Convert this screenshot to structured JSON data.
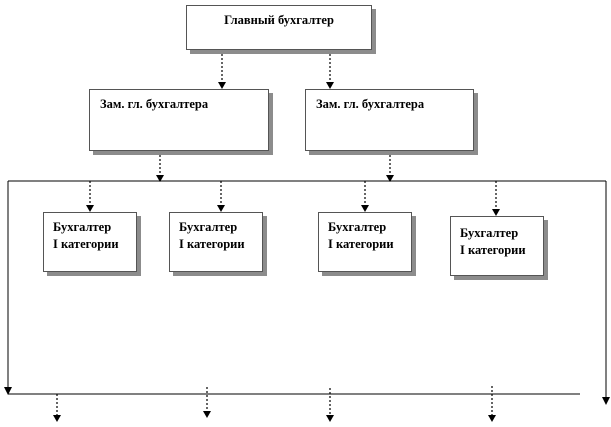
{
  "diagram": {
    "chief": "Главный бухгалтер",
    "deputy_1": "Зам. гл. бухгалтера",
    "deputy_2": "Зам. гл. бухгалтера",
    "accountants": [
      {
        "line1": "Бухгалтер",
        "line2": "I категории"
      },
      {
        "line1": "Бухгалтер",
        "line2": "I категории"
      },
      {
        "line1": "Бухгалтер",
        "line2": "I категории"
      },
      {
        "line1": "Бухгалтер",
        "line2": "I категории"
      }
    ]
  },
  "colors": {
    "line": "#000000",
    "box_border": "#555555",
    "box_shadow": "#8c8c8c"
  }
}
